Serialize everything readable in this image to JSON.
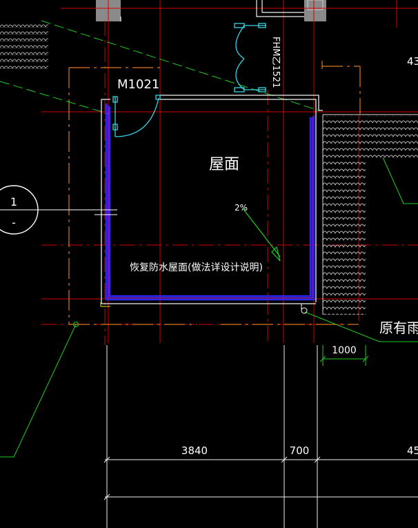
{
  "drawing": {
    "door_tag": "M1021",
    "fire_door_tag": "FHM乙1521",
    "roof_label": "屋面",
    "slope_label": "2%",
    "note_label": "恢复防水屋面(做法详设计说明)",
    "canopy_label": "原有雨",
    "section_mark": {
      "number": "1",
      "sub": "-"
    },
    "dimensions": {
      "canopy_width": "1000",
      "room_width": "3840",
      "gap_width": "700",
      "right_partial_bottom": "45",
      "right_partial_top": "43"
    },
    "colors": {
      "background": "#000000",
      "axis_red": "#d40000",
      "orange": "#e07a1f",
      "blue_wall": "#2a2aff",
      "door_cyan": "#37d4e6",
      "leader_green": "#1ed01e",
      "white": "#ffffff"
    }
  }
}
